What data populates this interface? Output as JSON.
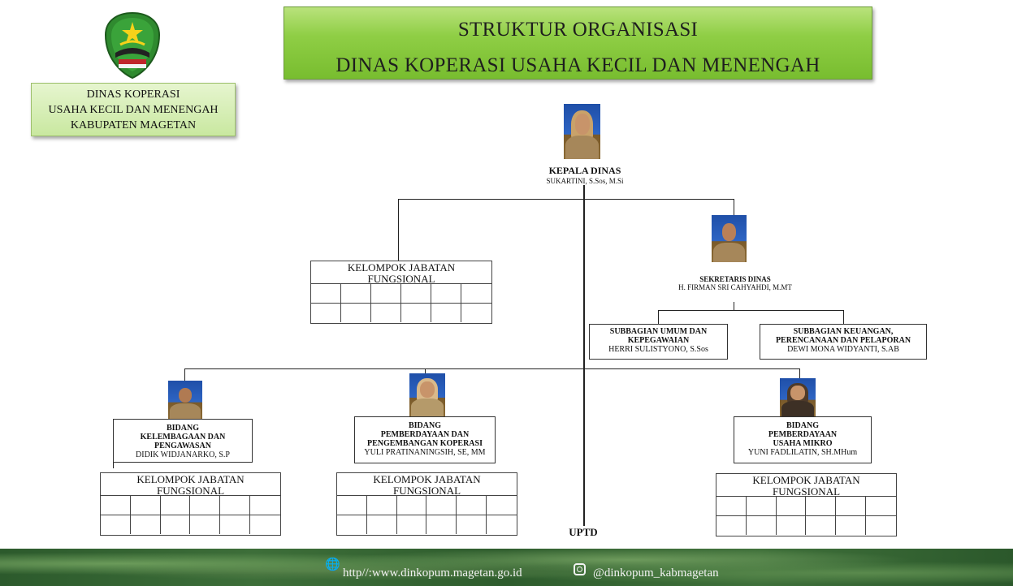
{
  "header": {
    "title_line1": "STRUKTUR ORGANISASI",
    "title_line2": "DINAS KOPERASI USAHA KECIL DAN MENENGAH",
    "agency_line1": "DINAS KOPERASI",
    "agency_line2": "USAHA KECIL DAN MENENGAH",
    "agency_line3": "KABUPATEN MAGETAN"
  },
  "kepala": {
    "title": "KEPALA DINAS",
    "name": "SUKARTINI, S.Sos, M.Si"
  },
  "sekretaris": {
    "title": "SEKRETARIS DINAS",
    "name": "H. FIRMAN SRI CAHYAHDI, M.MT"
  },
  "subbagian_umum": {
    "line1": "SUBBAGIAN UMUM DAN",
    "line2": "KEPEGAWAIAN",
    "name": "HERRI SULISTYONO, S.Sos"
  },
  "subbagian_keuangan": {
    "line1": "SUBBAGIAN KEUANGAN,",
    "line2": "PERENCANAAN DAN PELAPORAN",
    "name": "DEWI MONA WIDYANTI, S.AB"
  },
  "bidang_kelembagaan": {
    "line1": "BIDANG",
    "line2": "KELEMBAGAAN DAN",
    "line3": "PENGAWASAN",
    "name": "DIDIK WIDJANARKO, S.P"
  },
  "bidang_pemberdayaan_koperasi": {
    "line1": "BIDANG",
    "line2": "PEMBERDAYAAN DAN",
    "line3": "PENGEMBANGAN KOPERASI",
    "name": "YULI PRATINANINGSIH, SE, MM"
  },
  "bidang_usaha_mikro": {
    "line1": "BIDANG",
    "line2": "PEMBERDAYAAN",
    "line3": "USAHA MIKRO",
    "name": "YUNI FADLILATIN, SH.MHum"
  },
  "fungsional": {
    "line1": "KELOMPOK JABATAN",
    "line2": "FUNGSIONAL"
  },
  "uptd": "UPTD",
  "footer": {
    "website": "http//:www.dinkopum.magetan.go.id",
    "instagram": "@dinkopum_kabmagetan"
  },
  "colors": {
    "banner_green": "#8fce45",
    "agency_box_green": "#d6eeb4",
    "footer_green": "#2e5c2d"
  }
}
